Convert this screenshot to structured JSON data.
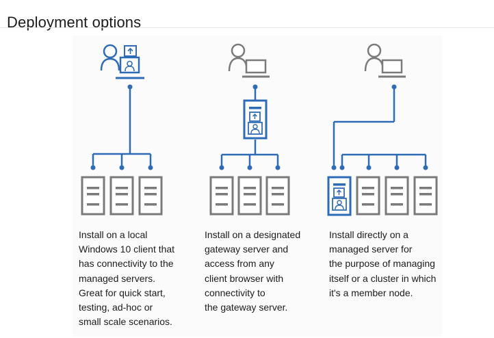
{
  "page": {
    "title": "Deployment options"
  },
  "options": [
    {
      "caption": "Install on a local\nWindows 10 client that\nhas connectivity to the\nmanaged servers.\nGreat for quick start,\ntesting, ad-hoc or\nsmall scale scenarios."
    },
    {
      "caption": "Install on a designated\ngateway server and\naccess from any\nclient browser with\nconnectivity to\nthe gateway server."
    },
    {
      "caption": "Install directly on a\nmanaged server for\nthe purpose of managing\nitself or a cluster in which\nit's a member node."
    }
  ],
  "colors": {
    "blue": "#2e6bb7",
    "gray": "#7a7a7a",
    "title": "#1b1b1b"
  }
}
